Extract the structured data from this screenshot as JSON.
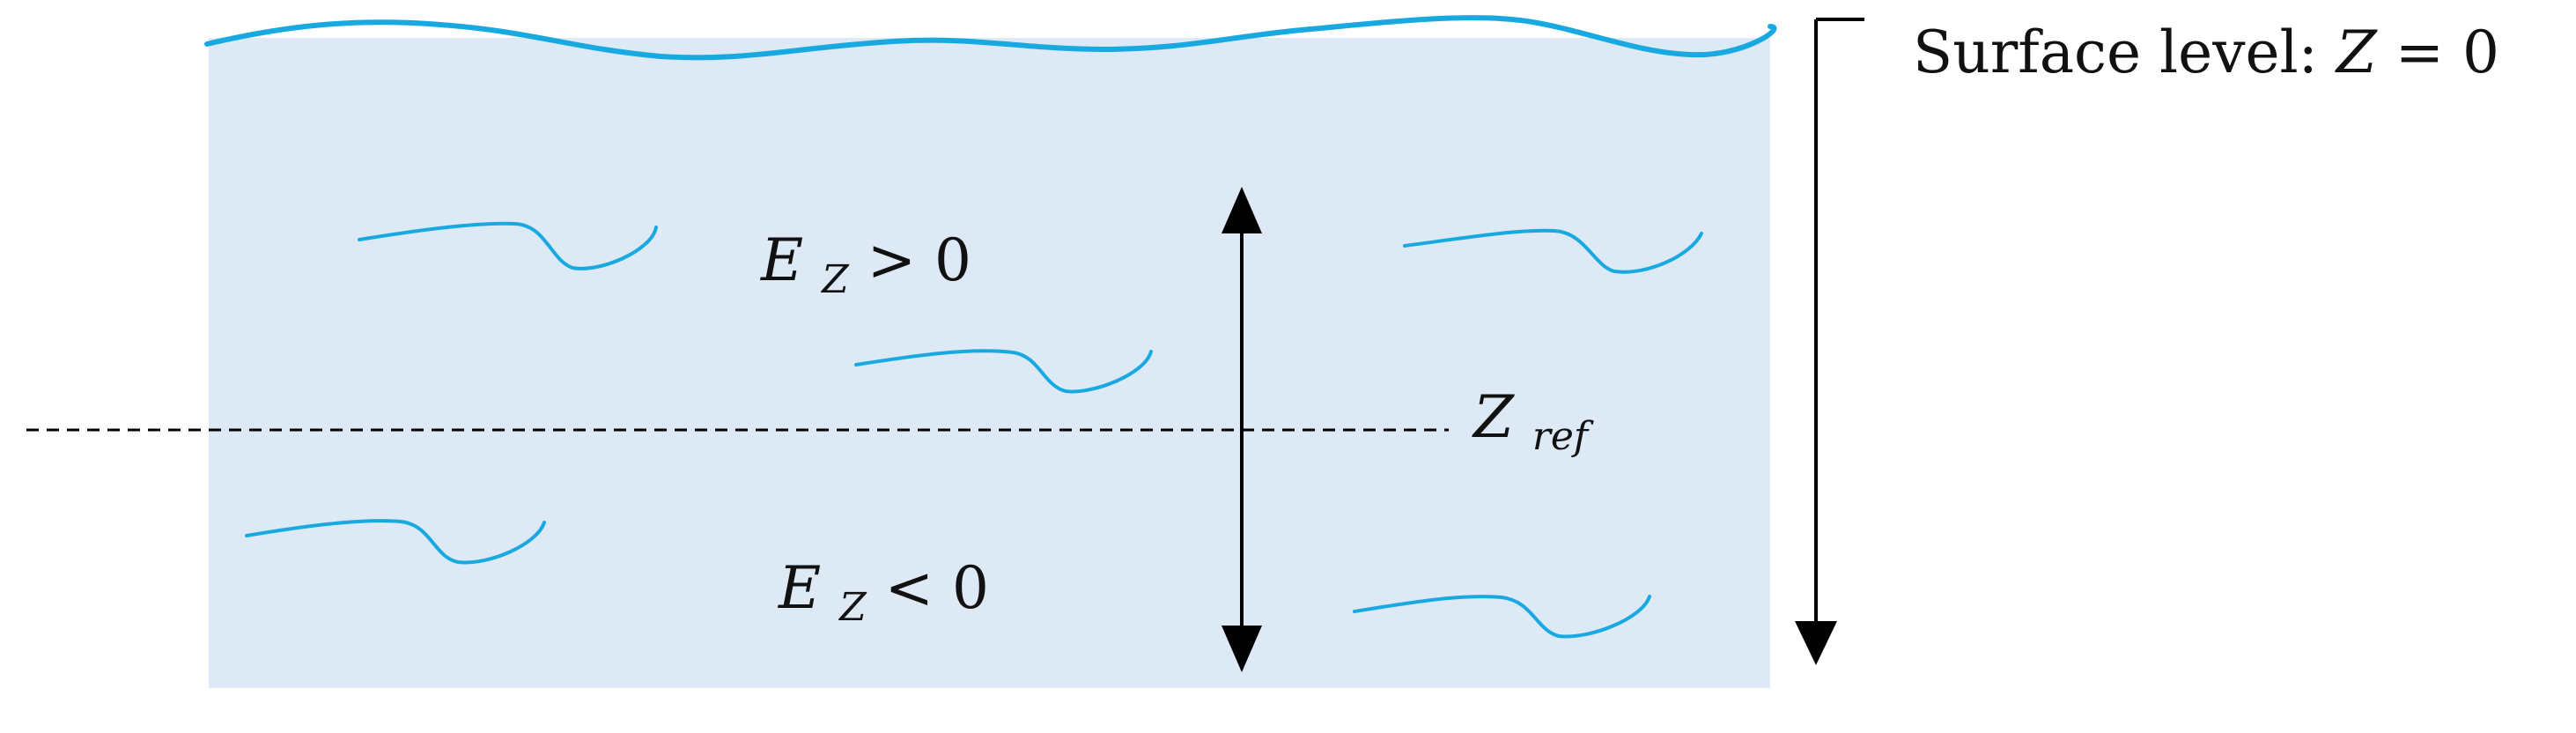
{
  "diagram": {
    "labels": {
      "surface_text": "Surface level:  ",
      "surface_var": "Z",
      "surface_eq": " = 0",
      "ez_pos_main": "E",
      "ez_pos_sub": "Z",
      "ez_pos_rel": " > 0",
      "ez_neg_main": "E",
      "ez_neg_sub": "Z",
      "ez_neg_rel": " < 0",
      "zref_main": "Z",
      "zref_sub": "ref"
    },
    "colors": {
      "water_fill": "#dde9f5",
      "water_stroke": "#19a9e1",
      "surface_stroke": "#19a9e1",
      "arrow": "#000000",
      "dashed_line": "#000000"
    },
    "icons": {
      "organisms": "organism-squiggle-icon",
      "vertical_arrow": "double-arrow-icon",
      "depth_arrow": "downward-arrow-icon"
    }
  }
}
